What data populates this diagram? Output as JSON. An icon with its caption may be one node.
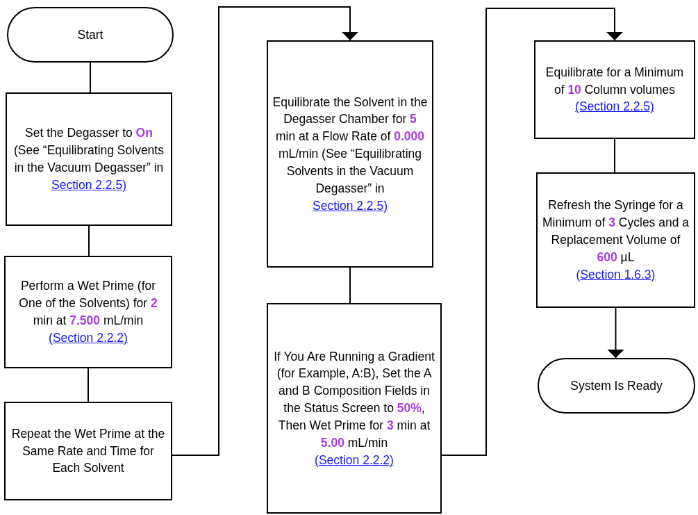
{
  "diagram": {
    "nodes": [
      {
        "text": [
          "Start"
        ]
      },
      {
        "text": [
          "Set the Degasser to **On** (See “Equilibrating Solvents in the Vacuum Degasser” in",
          "Section 2.2.5)"
        ]
      },
      {
        "text": [
          "Perform a Wet Prime (for One of the Solvents) for **2** min at **7.500** mL/min",
          "(Section 2.2.2)"
        ]
      },
      {
        "text": [
          "Repeat the Wet Prime at the Same Rate and Time for Each Solvent"
        ]
      },
      {
        "text": [
          "Equilibrate the Solvent in the Degasser Chamber for **5** min at a Flow Rate of **0.000** mL/min (See “Equilibrating Solvents in the Vacuum Degasser” in",
          "Section 2.2.5)"
        ]
      },
      {
        "text": [
          "If You Are Running a Gradient (for Example, A:B), Set the A and B Composition Fields in the Status Screen to **50%**, Then Wet Prime for **3** min at **5.00** mL/min",
          "(Section 2.2.2)"
        ]
      },
      {
        "text": [
          "Equilibrate for a Minimum of **10** Column volumes",
          "(Section 2.2.5)"
        ]
      },
      {
        "text": [
          "Refresh the Syringe for a Minimum of **3** Cycles and a Replacement Volume of **600** µL",
          "(Section 1.6.3)"
        ]
      },
      {
        "text": [
          "System Is Ready"
        ]
      }
    ],
    "edges": [
      {
        "from": 0,
        "to": 1,
        "arrow": "none"
      },
      {
        "from": 1,
        "to": 2,
        "arrow": "none"
      },
      {
        "from": 2,
        "to": 3,
        "arrow": "none"
      },
      {
        "from": 3,
        "to": 4,
        "arrow": "to"
      },
      {
        "from": 4,
        "to": 5,
        "arrow": "none"
      },
      {
        "from": 5,
        "to": 6,
        "arrow": "to"
      },
      {
        "from": 6,
        "to": 7,
        "arrow": "none"
      },
      {
        "from": 7,
        "to": 8,
        "arrow": "to"
      }
    ]
  }
}
